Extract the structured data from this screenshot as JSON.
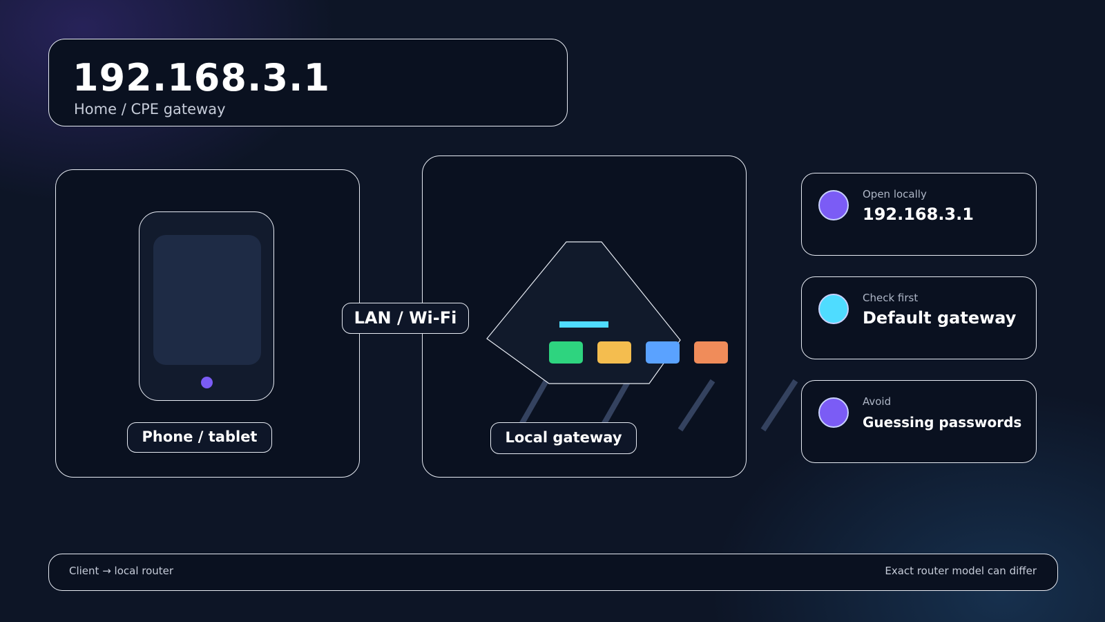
{
  "header": {
    "title": "192.168.3.1",
    "subtitle": "Home / CPE gateway"
  },
  "diagram": {
    "client_label": "Phone / tablet",
    "link_label": "LAN / Wi-Fi",
    "gateway_label": "Local gateway"
  },
  "info_cards": [
    {
      "caption": "Open locally",
      "value": "192.168.3.1",
      "dot_color": "#7b5cf5"
    },
    {
      "caption": "Check first",
      "value": "Default gateway",
      "dot_color": "#4fdcff"
    },
    {
      "caption": "Avoid",
      "value": "Guessing passwords",
      "dot_color": "#7b5cf5"
    }
  ],
  "footer": {
    "left": "Client → local router",
    "right": "Exact router model can differ"
  },
  "colors": {
    "background": "#0d1526",
    "panel": "#0a1120",
    "accent_purple": "#7b5cf5",
    "accent_cyan": "#4fdcff",
    "port_green": "#2ed47f",
    "port_yellow": "#f4bd4f",
    "port_blue": "#5aa2ff",
    "port_orange": "#f08c5a"
  }
}
